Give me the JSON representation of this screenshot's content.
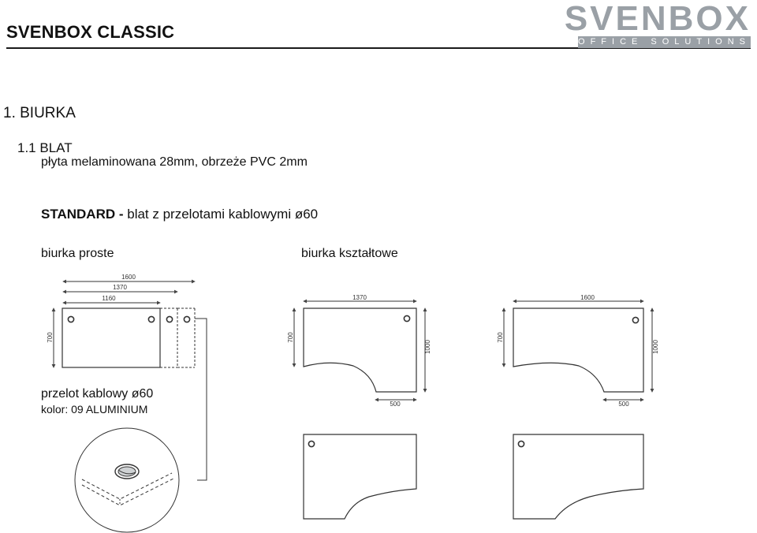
{
  "header": {
    "title": "SVENBOX CLASSIC",
    "logo_word": "SVENBOX",
    "logo_tagline": "OFFICE SOLUTIONS",
    "logo_color": "#9aa0a6"
  },
  "content": {
    "section_heading": "1. BIURKA",
    "subsection_heading": "1.1 BLAT",
    "description": "płyta melaminowana 28mm, obrzeże PVC 2mm",
    "standard_label": "STANDARD -",
    "standard_text": "blat z przelotami kablowymi ø60",
    "straight_desks_label": "biurka proste",
    "shaped_desks_label": "biurka kształtowe",
    "cable_note": "przelot kablowy ø60",
    "color_note": "kolor: 09 ALUMINIUM"
  },
  "dimensions": {
    "straight_width_a": "1600",
    "straight_width_b": "1370",
    "straight_width_c": "1160",
    "straight_depth": "700",
    "shaped1_width": "1370",
    "shaped1_depth": "700",
    "shaped1_depth_total": "1000",
    "shaped1_return": "500",
    "shaped2_width": "1600",
    "shaped2_depth": "700",
    "shaped2_depth_total": "1000",
    "shaped2_return": "500"
  }
}
